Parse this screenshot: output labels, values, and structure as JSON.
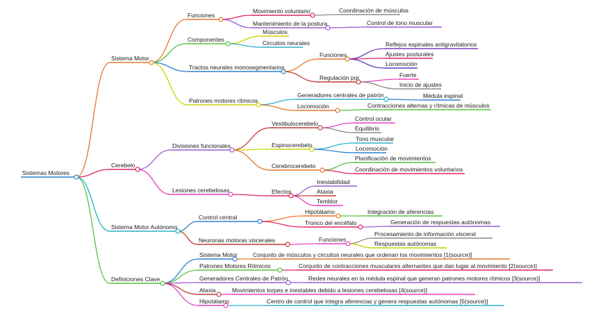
{
  "root": "Sistemas Motores",
  "branches": [
    {
      "label": "Sistema Motor",
      "color": "#e8742a",
      "children": [
        {
          "label": "Funciones",
          "color": "#e8742a",
          "children": [
            {
              "label": "Movimiento voluntario",
              "color": "#e0245e",
              "children": [
                {
                  "label": "Coordinación de músculos",
                  "color": "#8a8a8a"
                }
              ]
            },
            {
              "label": "Mantenimiento de la postura",
              "color": "#9b59d0",
              "children": [
                {
                  "label": "Control de tono muscular",
                  "color": "#9b59d0"
                }
              ]
            }
          ]
        },
        {
          "label": "Componentes",
          "color": "#55c23a",
          "children": [
            {
              "label": "Músculos",
              "color": "#c8d400"
            },
            {
              "label": "Circuitos neurales",
              "color": "#2ab0c5"
            }
          ]
        },
        {
          "label": "Tractos neurales monosegmentarios",
          "color": "#2a7fd4",
          "children": [
            {
              "label": "Funciones",
              "color": "#e8742a",
              "children": [
                {
                  "label": "Reflejos espinales antigravitatorios",
                  "color": "#7a3fbf"
                },
                {
                  "label": "Ajustes posturales",
                  "color": "#e0245e"
                },
                {
                  "label": "Locomoción",
                  "color": "#5a3fbf"
                }
              ]
            },
            {
              "label": "Regulación por",
              "color": "#c0392b",
              "children": [
                {
                  "label": "Fuerte",
                  "color": "#e83fbf"
                },
                {
                  "label": "Inicio de ajustes",
                  "color": "#8a8a8a"
                }
              ]
            }
          ]
        },
        {
          "label": "Patrones motores rítmicos",
          "color": "#c8d400",
          "children": [
            {
              "label": "Generadores centrales de patrón",
              "color": "#2ab0c5",
              "children": [
                {
                  "label": "Médula espinal",
                  "color": "#2a7fd4"
                }
              ]
            },
            {
              "label": "Locomoción",
              "color": "#e8742a",
              "children": [
                {
                  "label": "Contracciones alternas y rítmicas de músculos",
                  "color": "#55c23a"
                }
              ]
            }
          ]
        }
      ]
    },
    {
      "label": "Cerebelo",
      "color": "#e0245e",
      "children": [
        {
          "label": "Divisiones funcionales",
          "color": "#9b59d0",
          "children": [
            {
              "label": "Vestibulocerebelo",
              "color": "#c0392b",
              "children": [
                {
                  "label": "Control ocular",
                  "color": "#e83fbf"
                },
                {
                  "label": "Equilibrio",
                  "color": "#8a8a8a"
                }
              ]
            },
            {
              "label": "Espinocerebelo",
              "color": "#c8d400",
              "children": [
                {
                  "label": "Tono muscular",
                  "color": "#2ab0c5"
                },
                {
                  "label": "Locomoción",
                  "color": "#2a7fd4"
                }
              ]
            },
            {
              "label": "Cerebrocerebelo",
              "color": "#e8742a",
              "children": [
                {
                  "label": "Planificación de movimientos",
                  "color": "#55c23a"
                },
                {
                  "label": "Coordinación de movimientos voluntarios",
                  "color": "#e0245e"
                }
              ]
            }
          ]
        },
        {
          "label": "Lesiones cerebelosas",
          "color": "#e83fbf",
          "children": [
            {
              "label": "Efectos",
              "color": "#e0245e",
              "children": [
                {
                  "label": "Inestabilidad",
                  "color": "#9b59d0"
                },
                {
                  "label": "Ataxia",
                  "color": "#c0392b"
                },
                {
                  "label": "Temblor",
                  "color": "#e83fbf"
                }
              ]
            }
          ]
        }
      ]
    },
    {
      "label": "Sistema Motor Autónomo",
      "color": "#2ab0c5",
      "children": [
        {
          "label": "Control central",
          "color": "#2a7fd4",
          "children": [
            {
              "label": "Hipotálamo",
              "color": "#e8742a",
              "children": [
                {
                  "label": "Integración de aferencias",
                  "color": "#55c23a"
                }
              ]
            },
            {
              "label": "Tronco del encéfalo",
              "color": "#e0245e",
              "children": [
                {
                  "label": "Generación de respuestas autónomas",
                  "color": "#9b59d0"
                }
              ]
            }
          ]
        },
        {
          "label": "Neuronas motoras viscerales",
          "color": "#c0392b",
          "children": [
            {
              "label": "Funciones",
              "color": "#e83fbf",
              "children": [
                {
                  "label": "Procesamiento de información visceral",
                  "color": "#8a8a8a"
                },
                {
                  "label": "Respuestas autónomas",
                  "color": "#c8d400"
                }
              ]
            }
          ]
        }
      ]
    },
    {
      "label": "Definiciones Clave",
      "color": "#55c23a",
      "children": [
        {
          "label": "Sistema Motor",
          "color": "#2a7fd4",
          "children": [
            {
              "label": "Conjunto de músculos y circuitos neurales que ordenan los movimientos [1(source)]",
              "color": "#e8742a"
            }
          ]
        },
        {
          "label": "Patrones Motores Rítmicos",
          "color": "#55c23a",
          "children": [
            {
              "label": "Conjunto de contracciones musculares alternantes que dan lugar al movimiento [2(source)]",
              "color": "#e0245e"
            }
          ]
        },
        {
          "label": "Generadores Centrales de Patrón",
          "color": "#9b59d0",
          "children": [
            {
              "label": "Redes neurales en la médula espinal que generan patrones motores rítmicos [3(source)]",
              "color": "#9b59d0"
            }
          ]
        },
        {
          "label": "Ataxia",
          "color": "#c0392b",
          "children": [
            {
              "label": "Movimientos torpes e inestables debido a lesiones cerebelosas [4(source)]",
              "color": "#e83fbf"
            }
          ]
        },
        {
          "label": "Hipotálamo",
          "color": "#e83fbf",
          "children": [
            {
              "label": "Centro de control que integra aferencias y genera respuestas autónomas [5(source)]",
              "color": "#2ab0c5"
            }
          ]
        }
      ]
    }
  ]
}
